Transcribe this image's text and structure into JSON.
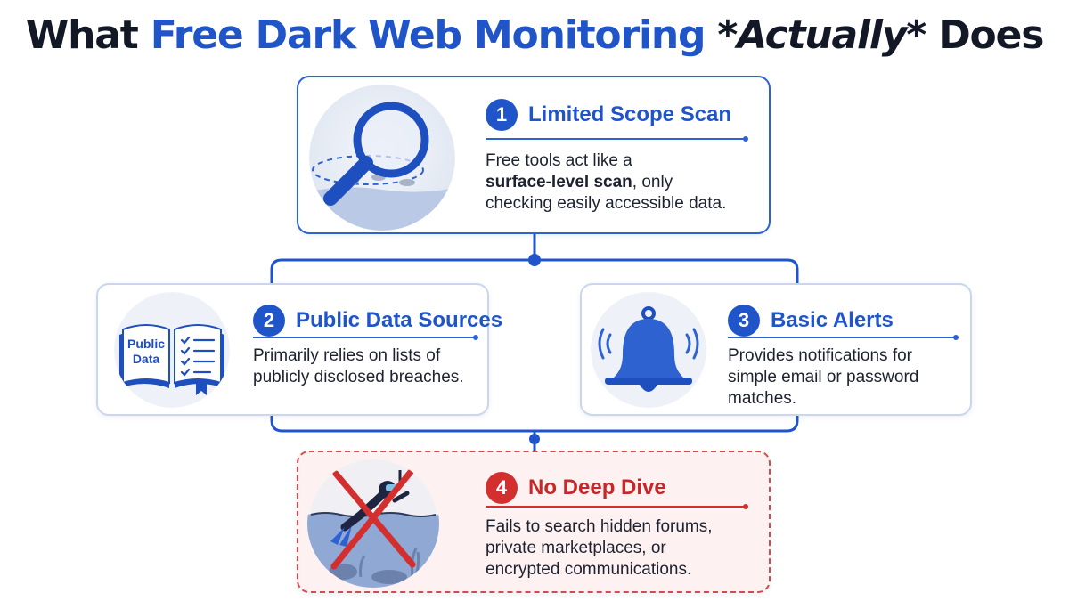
{
  "title": {
    "part1": "What ",
    "part2": "Free Dark Web Monitoring",
    "part3": " ",
    "part4": "*Actually*",
    "part5": " Does"
  },
  "colors": {
    "accent": "#1f55c9",
    "warning": "#d32f2f",
    "card_border": "#c9d6ef",
    "warning_bg": "#fdf1f1"
  },
  "steps": [
    {
      "number": "1",
      "heading": "Limited Scope Scan",
      "body_pre": "Free tools act like a",
      "body_bold": "surface-level scan",
      "body_post": ", only checking easily accessible data.",
      "icon": "magnifying-glass-icon"
    },
    {
      "number": "2",
      "heading": "Public Data Sources",
      "body": "Primarily relies on lists of publicly disclosed breaches.",
      "icon": "open-book-checklist-icon",
      "icon_text_line1": "Public",
      "icon_text_line2": "Data"
    },
    {
      "number": "3",
      "heading": "Basic Alerts",
      "body": "Provides notifications for simple email or password matches.",
      "icon": "bell-icon"
    },
    {
      "number": "4",
      "heading": "No Deep Dive",
      "body": "Fails to search hidden forums, private marketplaces, or encrypted communications.",
      "icon": "crossed-out-diver-icon"
    }
  ]
}
